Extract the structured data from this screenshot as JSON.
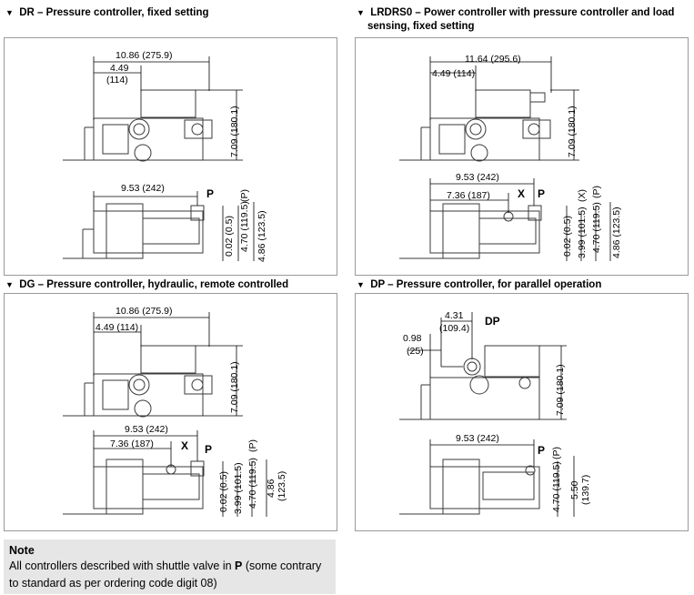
{
  "sections": [
    {
      "marker": "▼",
      "caption": "DR – Pressure controller, fixed setting",
      "top_dims": [
        "10.86 (275.9)",
        "4.49",
        "(114)",
        "7.09 (180.1)"
      ],
      "bottom_dims": [
        "9.53 (242)",
        "0.02 (0.5)",
        "4.70 (119.5)",
        "(P)",
        "4.86 (123.5)"
      ],
      "ports": [
        "P"
      ]
    },
    {
      "marker": "▼",
      "caption_lines": [
        "LRDRS0 – Power controller with pressure controller and load",
        "sensing, fixed setting"
      ],
      "top_dims": [
        "11.64 (295.6)",
        "4.49 (114)",
        "7.09 (180.1)"
      ],
      "bottom_dims": [
        "9.53 (242)",
        "7.36 (187)",
        "0.02 (0.5)",
        "3.99 (101.5)",
        "(X)",
        "4.70 (119.5)",
        "(P)",
        "4.86 (123.5)"
      ],
      "ports": [
        "X",
        "P"
      ]
    },
    {
      "marker": "▼",
      "caption": "DG – Pressure controller, hydraulic, remote controlled",
      "top_dims": [
        "10.86 (275.9)",
        "4.49 (114)",
        "7.09 (180.1)"
      ],
      "bottom_dims": [
        "9.53 (242)",
        "7.36 (187)",
        "0.02 (0.5)",
        "3.99 (101.5)",
        "4.70 (119.5)",
        "(P)",
        "4.86",
        "(123.5)"
      ],
      "ports": [
        "X",
        "P"
      ]
    },
    {
      "marker": "▼",
      "caption": "DP – Pressure controller, for parallel operation",
      "top_dims": [
        "4.31",
        "(109.4)",
        "0.98",
        "(25)",
        "7.09 (180.1)"
      ],
      "bottom_dims": [
        "9.53 (242)",
        "(P)",
        "4.70 (119.5)",
        "5.50",
        "(139.7)"
      ],
      "ports": [
        "DP",
        "P"
      ]
    }
  ],
  "note": {
    "title": "Note",
    "text_before": "All controllers described with shuttle valve in ",
    "text_bold": "P",
    "text_after": " (some contrary to standard as per ordering code digit 08)"
  },
  "colors": {
    "border": "#9a9a9a",
    "note_bg": "#e6e6e6",
    "drawing": "#3a3a3a"
  }
}
